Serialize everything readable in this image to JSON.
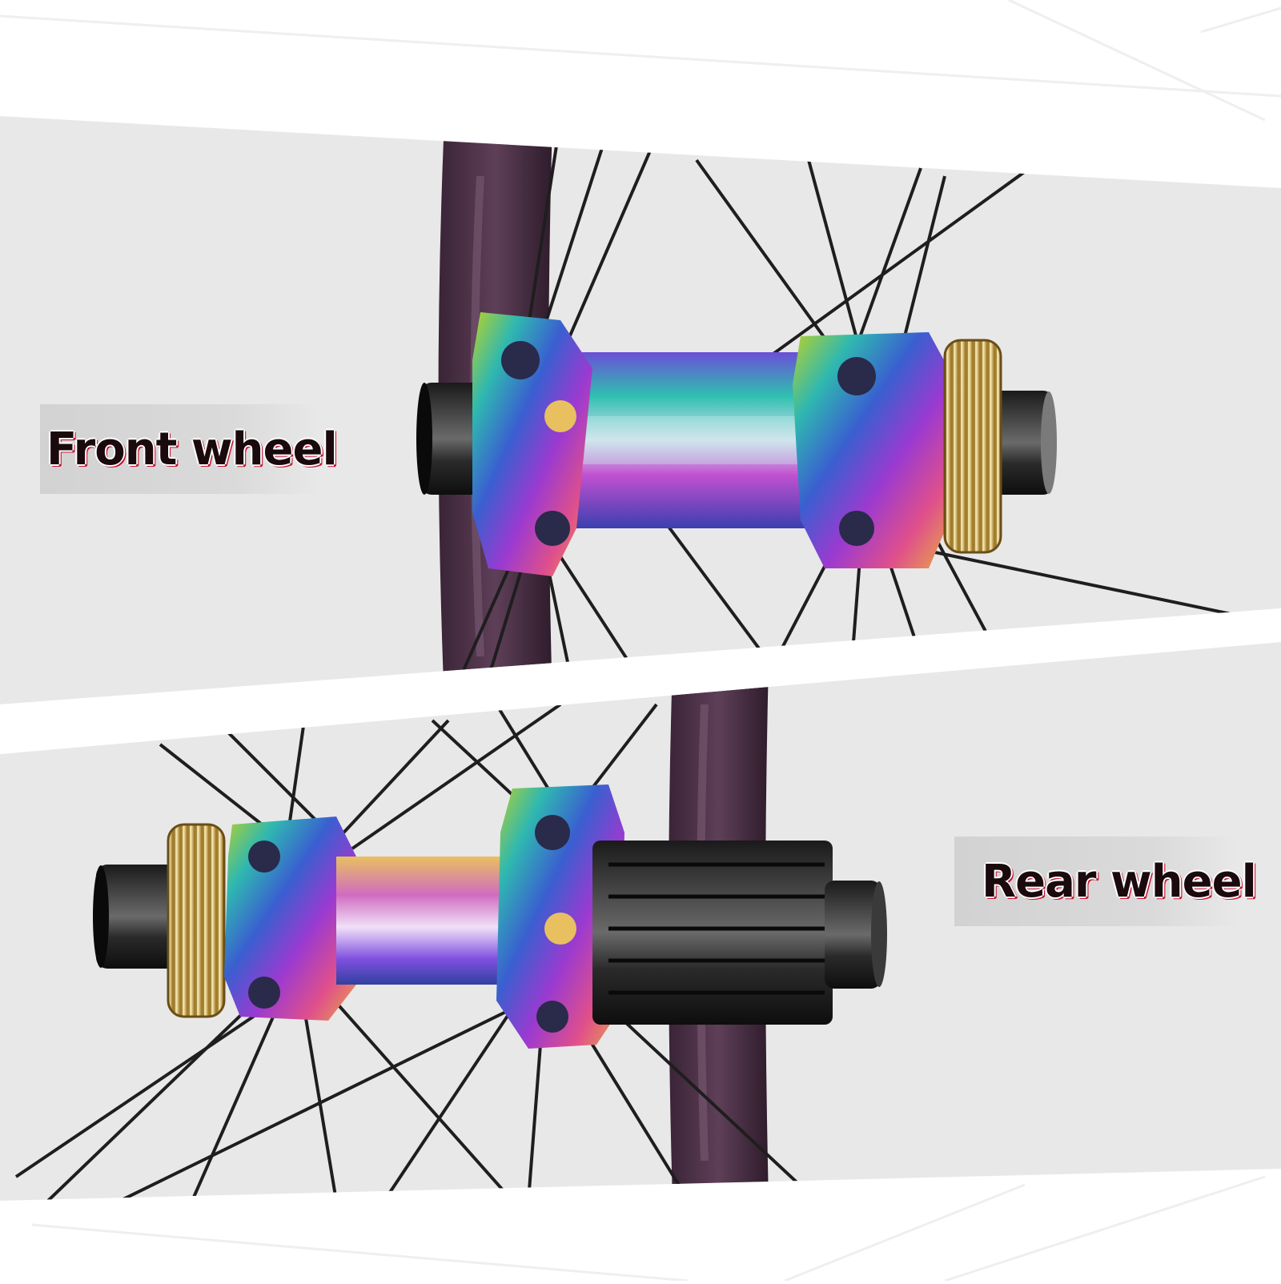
{
  "labels": {
    "front": "Front wheel",
    "rear": "Rear wheel"
  },
  "colors": {
    "panel_bg": "#e8e8e8",
    "rim": "#4a2f45",
    "spoke": "#1e1e1e",
    "hub_iridescent": [
      "#b9d22a",
      "#2fb8b0",
      "#3a5fd0",
      "#9b3ad0",
      "#e0508a",
      "#e8b040"
    ],
    "freehub_body": "#2a2a2a",
    "label_text": "#1a0a0e",
    "label_outline": "#c8102e"
  },
  "icons": [
    "front-hub-illustration",
    "rear-hub-illustration"
  ]
}
